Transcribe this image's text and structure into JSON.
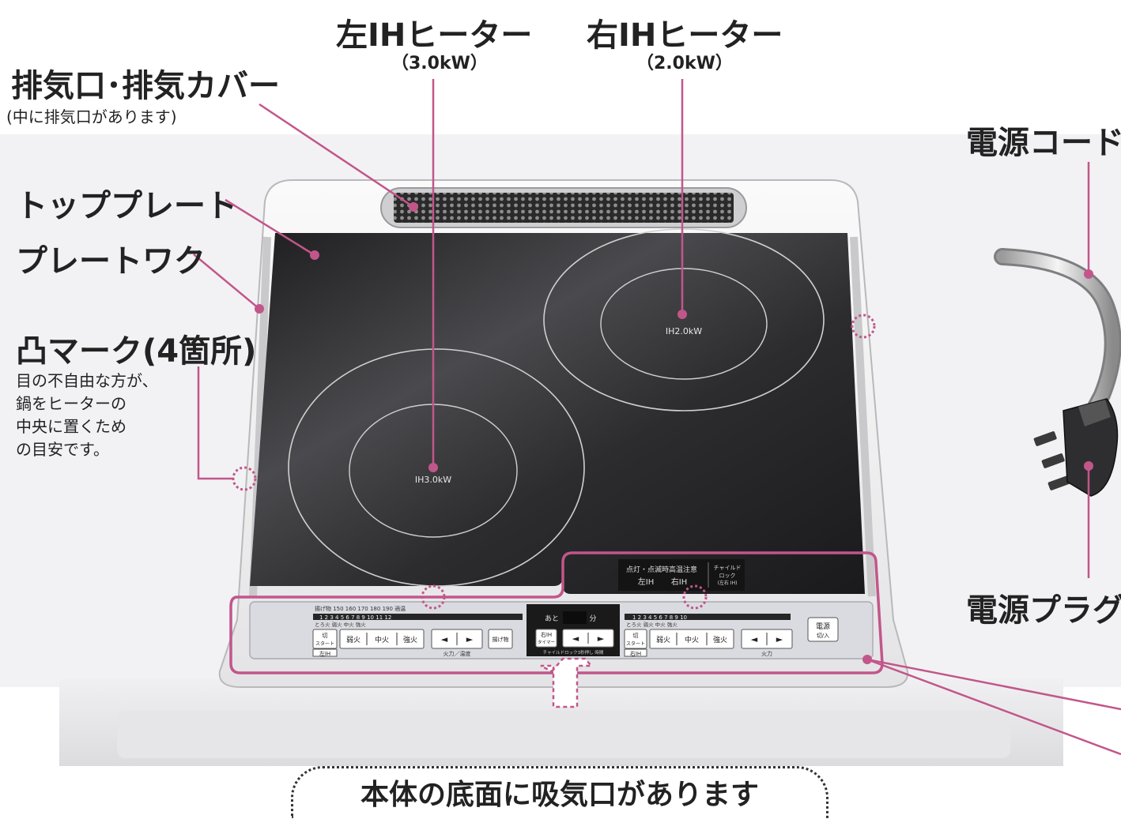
{
  "labels": {
    "left_heater": "左IHヒーター",
    "left_heater_power": "（3.0kW）",
    "right_heater": "右IHヒーター",
    "right_heater_power": "（2.0kW）",
    "exhaust": "排気口･排気カバー",
    "exhaust_note": "(中に排気口があります)",
    "top_plate": "トッププレート",
    "plate_work": "プレートワク",
    "bump_mark": "凸マーク(4箇所)",
    "bump_note_1": "目の不自由な方が、",
    "bump_note_2": "鍋をヒーターの",
    "bump_note_3": "中央に置くため",
    "bump_note_4": "の目安です。",
    "power_cord": "電源コード",
    "power_plug": "電源プラグ",
    "bottom_note": "本体の底面に吸気口があります"
  },
  "plate_marks": {
    "left_burner": "IH3.0kW",
    "right_burner": "IH2.0kW"
  },
  "panel": {
    "warning_line1": "点灯・点滅時高温注意",
    "warning_left": "左IH",
    "warning_right": "右IH",
    "child_lock_1": "チャイルド",
    "child_lock_2": "ロック",
    "child_lock_3": "(左右 IH)",
    "left_scale_top": "揚げ物   150  160  170  180  190       適温",
    "left_scale_nums": "1    2    3    4    5    6    7    8    9   10   11   12",
    "left_scale_words": "とろ火        弱火                    中火                    強火",
    "left_start": "切\nスタート",
    "left_tag": "左IH",
    "left_weak": "弱火",
    "left_medium": "中火",
    "left_strong": "強火",
    "left_down": "◄",
    "left_up": "►",
    "left_caption": "火力／温度",
    "fry_button": "揚げ物",
    "timer_after": "あと",
    "timer_unit": "分",
    "timer_button": "右IH\nタイマー",
    "timer_down": "◄",
    "timer_up": "►",
    "timer_caption": "チャイルドロック3秒押し 時間",
    "right_scale_nums": "1    2    3    4    5    6    7    8    9   10",
    "right_scale_words": "とろ火        弱火              中火              強火",
    "right_start": "切\nスタート",
    "right_tag": "右IH",
    "right_weak": "弱火",
    "right_medium": "中火",
    "right_strong": "強火",
    "right_down": "◄",
    "right_up": "►",
    "right_caption": "火力",
    "power_button_1": "電源",
    "power_button_2": "切/入"
  },
  "colors": {
    "leader": "#c2568a",
    "plate": "#2a2a2c",
    "body": "#f3f3f5",
    "panel": "#d9dbe0"
  }
}
